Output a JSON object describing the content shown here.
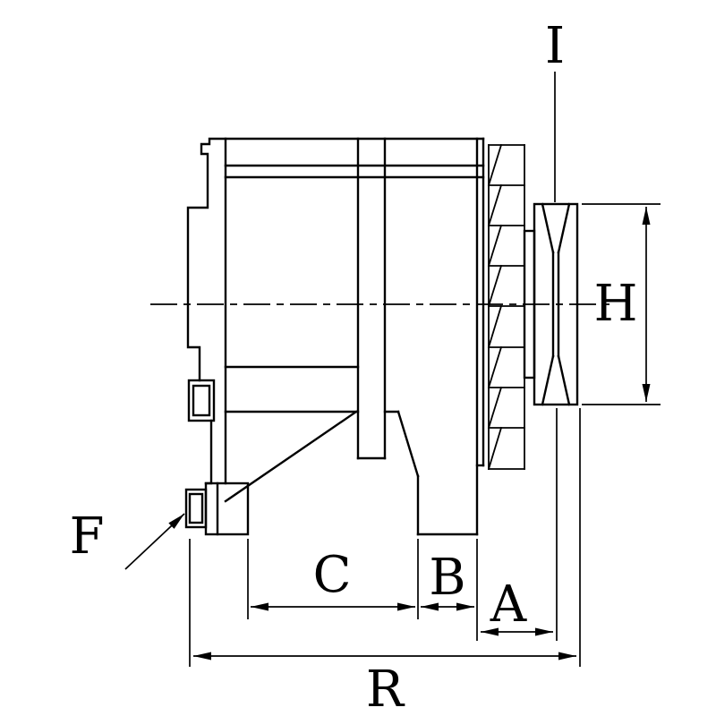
{
  "drawing": {
    "type": "technical-line-drawing",
    "subject": "alternator-side-view-with-pulley-and-fan",
    "colors": {
      "line": "#000000",
      "background": "#ffffff"
    },
    "labels": {
      "i": "I",
      "h": "H",
      "f": "F",
      "c": "C",
      "b": "B",
      "a": "A",
      "r": "R"
    }
  }
}
